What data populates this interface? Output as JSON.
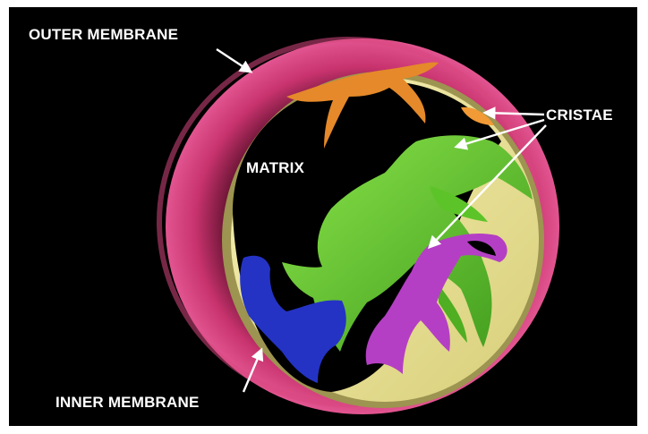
{
  "labels": {
    "outer_membrane": "OUTER MEMBRANE",
    "matrix": "MATRIX",
    "cristae": "CRISTAE",
    "inner_membrane": "INNER MEMBRANE"
  },
  "colors": {
    "background": "#000000",
    "outer_membrane": "#c8336e",
    "inner_membrane": "#efe7a0",
    "cristae_green": "#6fd12e",
    "cristae_orange": "#e5892a",
    "cristae_purple": "#b43fc4",
    "cristae_blue": "#2433c4",
    "arrow": "#ffffff"
  }
}
